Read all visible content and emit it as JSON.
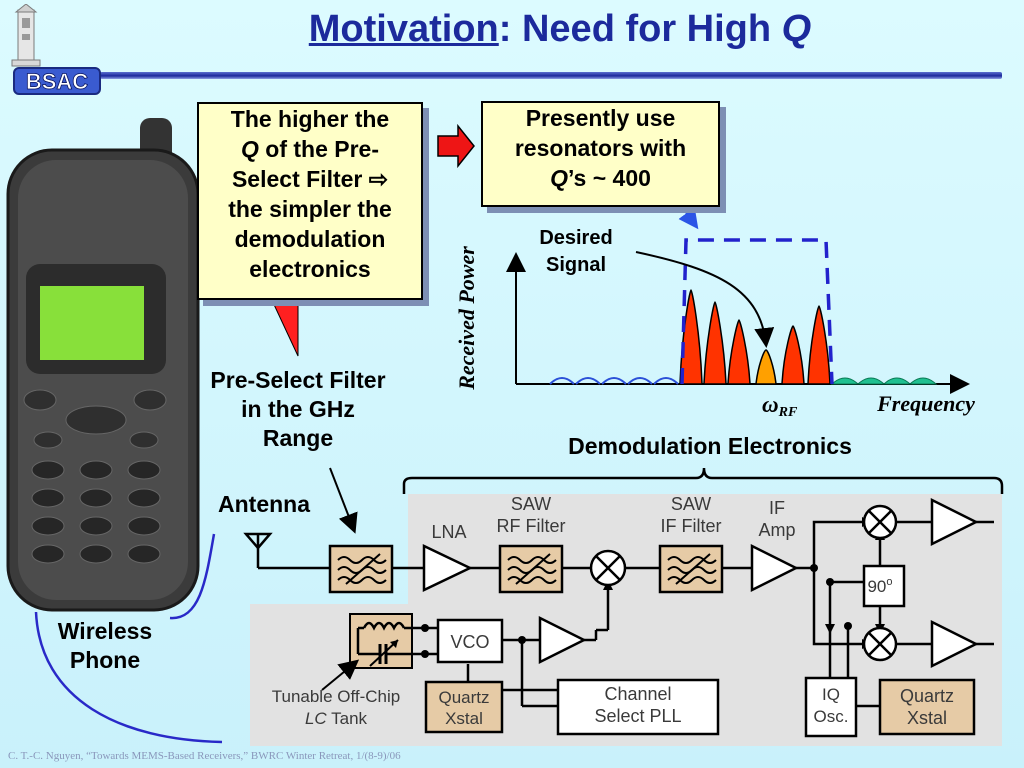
{
  "title": {
    "main": "Motivation",
    "rest": ": Need for High ",
    "q": "Q"
  },
  "logo": {
    "text": "BSAC"
  },
  "callout_left": {
    "line1": "The higher the",
    "q": "Q",
    "line2": " of the Pre-",
    "line3": "Select Filter ⇨",
    "line4": "the simpler the",
    "line5": "demodulation",
    "line6": "electronics"
  },
  "callout_right": {
    "line1": "Presently use",
    "line2": "resonators with",
    "q": "Q",
    "line3": "’s ~ 400"
  },
  "labels": {
    "prefilter": "Pre-Select Filter in the GHz Range",
    "wireless": "Wireless Phone",
    "antenna": "Antenna",
    "desired": "Desired Signal",
    "demod": "Demodulation Electronics"
  },
  "spectrum": {
    "ylabel": "Received Power",
    "xlabel": "Frequency",
    "omega": "ω",
    "omega_sub": "RF"
  },
  "blocks": {
    "lna": "LNA",
    "saw_rf_1": "SAW",
    "saw_rf_2": "RF Filter",
    "saw_if_1": "SAW",
    "saw_if_2": "IF Filter",
    "if_amp_1": "IF",
    "if_amp_2": "Amp",
    "vco": "VCO",
    "quartz1_1": "Quartz",
    "quartz1_2": "Xstal",
    "pll_1": "Channel",
    "pll_2": "Select PLL",
    "iq_1": "IQ",
    "iq_2": "Osc.",
    "quartz2_1": "Quartz",
    "quartz2_2": "Xstal",
    "phase": "90",
    "phase_sup": "o",
    "tank_1": "Tunable Off-Chip",
    "tank_lc": "LC",
    "tank_2": " Tank"
  },
  "footer": "C. T.-C. Nguyen, “Towards MEMS-Based Receivers,” BWRC Winter Retreat, 1/(8-9)/06",
  "colors": {
    "title": "#1c2a9c",
    "callout_bg": "#ffffc8",
    "peak_red": "#ff3300",
    "peak_orange": "#ffa000",
    "dashed_blue": "#2222cc",
    "panel_gray": "#e2e2e2",
    "block_tan": "#e6cba6"
  }
}
